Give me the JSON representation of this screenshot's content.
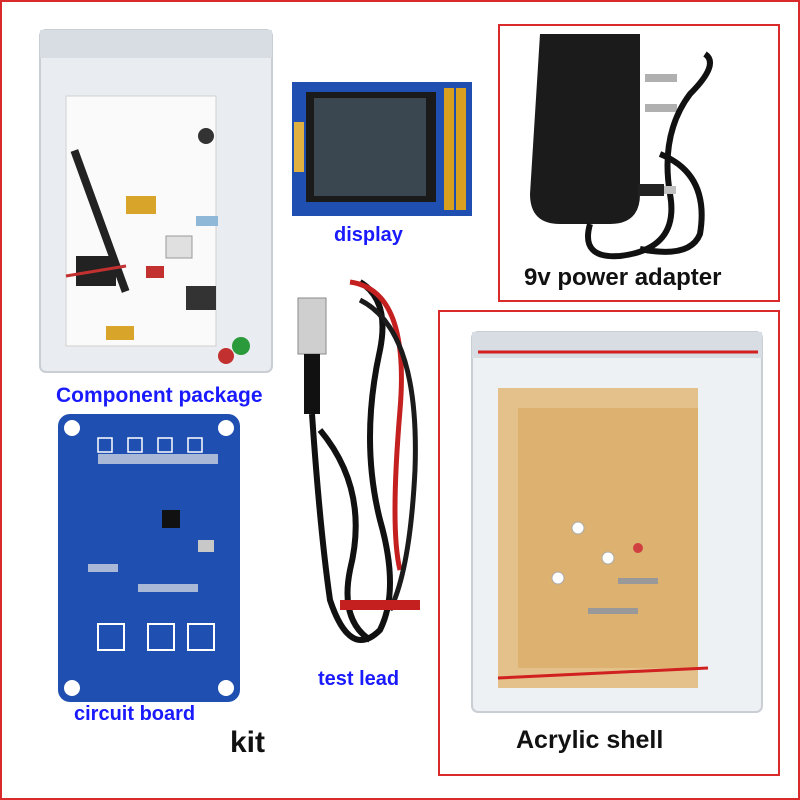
{
  "labels": {
    "display": "display",
    "power_adapter": "9v power adapter",
    "component_package": "Component package",
    "test_lead": "test lead",
    "circuit_board": "circuit board",
    "kit": "kit",
    "acrylic_shell": "Acrylic shell"
  },
  "colors": {
    "frame": "#d92b2b",
    "blue_label": "#1a1aff",
    "black_label": "#111111",
    "pcb": "#1f4fb0"
  }
}
